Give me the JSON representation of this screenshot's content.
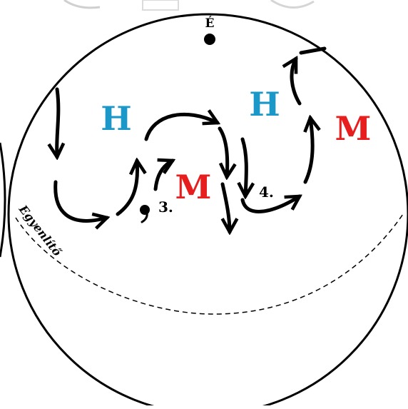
{
  "labels": {
    "north": "É",
    "equator": "Egyenlítő",
    "high_1": "H",
    "high_2": "H",
    "low_1": "M",
    "low_2": "M",
    "marker_3": "3.",
    "marker_4": "4."
  },
  "colors": {
    "high": "#1b97c8",
    "low": "#e61e1e",
    "ink": "#000000"
  }
}
